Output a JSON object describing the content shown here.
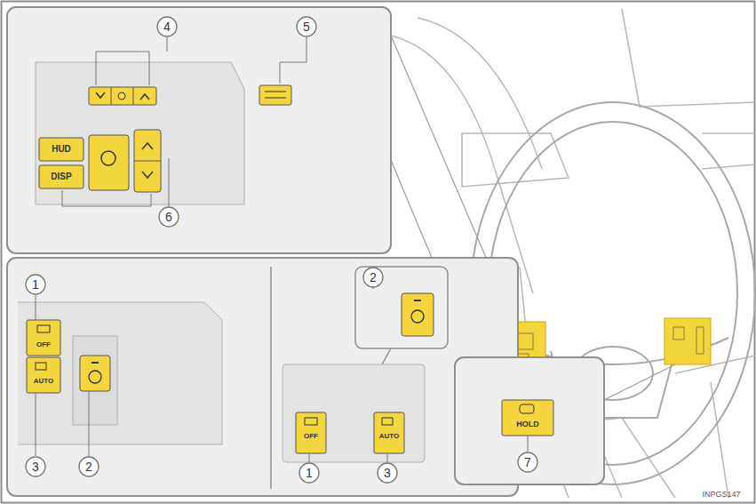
{
  "diagram": {
    "labels": [
      "4",
      "5",
      "HUD",
      "DISP",
      "6",
      "1",
      "OFF",
      "AUTO",
      "3",
      "2",
      "2",
      "OFF",
      "1",
      "AUTO",
      "3",
      "HOLD",
      "7",
      "INPGS147"
    ]
  }
}
